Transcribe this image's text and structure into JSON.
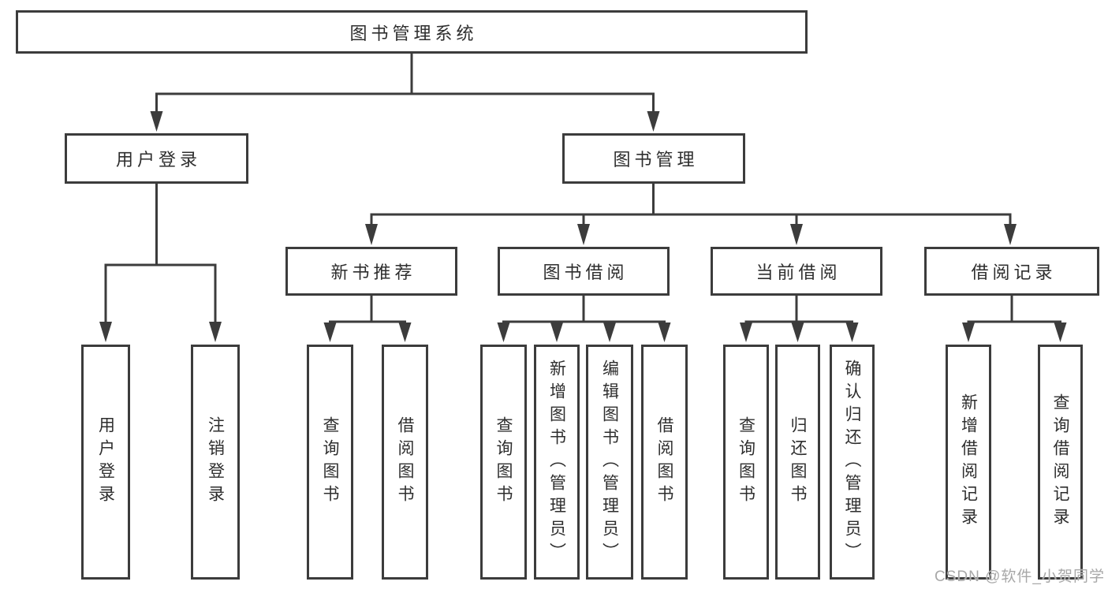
{
  "diagram": {
    "root": {
      "label": "图书管理系统"
    },
    "level2": [
      {
        "label": "用户登录"
      },
      {
        "label": "图书管理"
      }
    ],
    "level3": [
      {
        "label": "新书推荐"
      },
      {
        "label": "图书借阅"
      },
      {
        "label": "当前借阅"
      },
      {
        "label": "借阅记录"
      }
    ],
    "leaves": {
      "user_login": [
        "用户登录",
        "注销登录"
      ],
      "new_book_recommend": [
        "查询图书",
        "借阅图书"
      ],
      "book_borrowing": [
        "查询图书",
        "新增图书（管理员）",
        "编辑图书（管理员）",
        "借阅图书"
      ],
      "current_borrowing": [
        "查询图书",
        "归还图书",
        "确认归还（管理员）"
      ],
      "borrowing_records": [
        "新增借阅记录",
        "查询借阅记录"
      ]
    },
    "watermark": "CSDN @软件_小贺同学",
    "colors": {
      "line": "#3c3c3c",
      "text": "#2e2e2e",
      "watermark": "#a8a8a8",
      "background": "#ffffff"
    }
  }
}
